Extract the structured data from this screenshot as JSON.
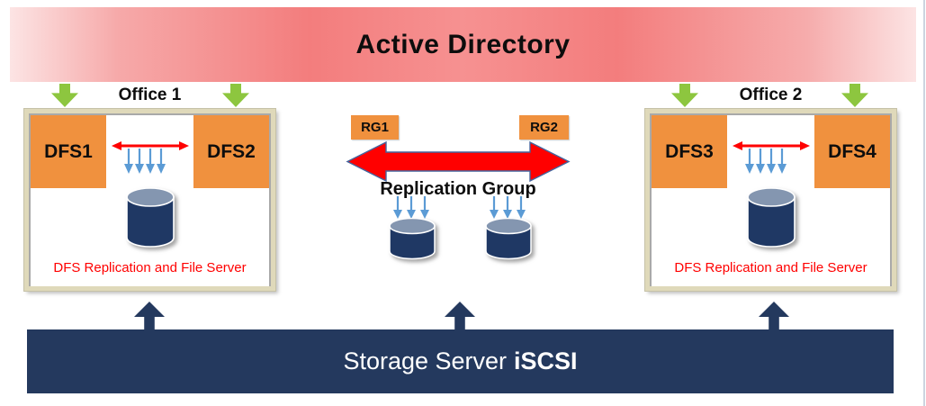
{
  "banner": {
    "title": "Active Directory"
  },
  "offices": [
    {
      "title": "Office 1",
      "node_left": "DFS1",
      "node_right": "DFS2",
      "caption": "DFS Replication and File Server"
    },
    {
      "title": "Office 2",
      "node_left": "DFS3",
      "node_right": "DFS4",
      "caption": "DFS Replication and File Server"
    }
  ],
  "replication_group": {
    "tag_left": "RG1",
    "tag_right": "RG2",
    "label": "Replication Group"
  },
  "storage": {
    "label": "Storage Server",
    "label_bold": "iSCSI"
  },
  "colors": {
    "banner_mid": "#F37D7D",
    "banner_edge": "#FCE4E4",
    "office_border_tan": "#DFD9BA",
    "office_inner_gray": "#A9A9A9",
    "node_orange": "#F0913E",
    "arrow_green": "#8DC63F",
    "arrow_red": "#FF0000",
    "red_arrow_outline": "#44659E",
    "arrow_blue": "#5B9BD5",
    "storage_navy": "#24395E",
    "cylinder_top": "#8496B0",
    "cylinder_body": "#1F3864",
    "caption_red": "#FF0000"
  }
}
